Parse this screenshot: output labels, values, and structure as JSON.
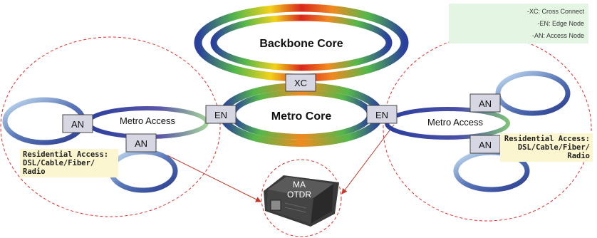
{
  "legend": {
    "xc": "-XC: Cross Connect",
    "en": "-EN: Edge Node",
    "an": "-AN: Access Node"
  },
  "rings": {
    "backbone": "Backbone Core",
    "metro_core": "Metro Core",
    "metro_access_left": "Metro Access",
    "metro_access_right": "Metro Access"
  },
  "nodes": {
    "xc": "XC",
    "en_left": "EN",
    "en_right": "EN",
    "an_left_top": "AN",
    "an_left_bottom": "AN",
    "an_right_top": "AN",
    "an_right_bottom": "AN"
  },
  "residential_left": [
    "Residential Access:",
    "DSL/Cable/Fiber/",
    "Radio"
  ],
  "residential_right": [
    "Residential Access:",
    "DSL/Cable/Fiber/",
    "Radio"
  ],
  "device": {
    "line1": "MA",
    "line2": "OTDR"
  },
  "colors": {
    "dashed_circle": "#e03030",
    "node_fill": "#d7d7e3",
    "legend_bg": "#e4f5e4",
    "residential_bg": "#fbf6cf",
    "ring_blue": "#2a3f9e",
    "ring_green": "#55b84a",
    "ring_orange": "#f08a20",
    "ring_red": "#d9271c",
    "arrow": "#c0392b"
  }
}
